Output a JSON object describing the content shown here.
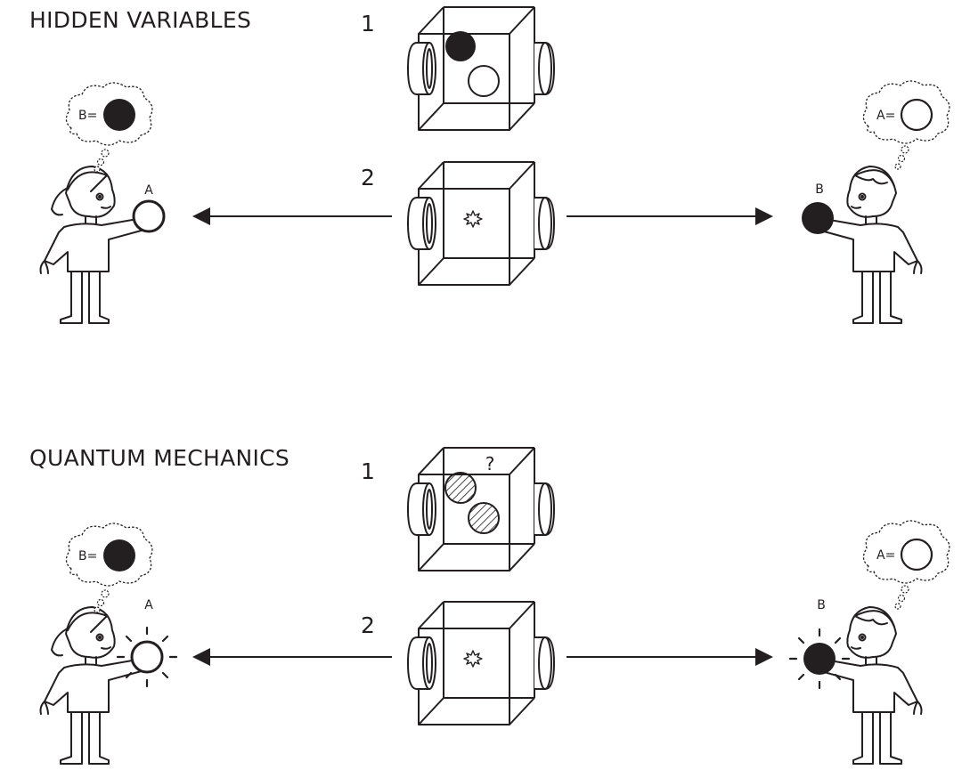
{
  "panels": [
    {
      "title": "HIDDEN VARIABLES",
      "step1": "1",
      "step2": "2",
      "left_person": {
        "thought_label": "B=",
        "ball_label": "A"
      },
      "right_person": {
        "thought_label": "A=",
        "ball_label": "B"
      },
      "box_question": ""
    },
    {
      "title": "QUANTUM MECHANICS",
      "step1": "1",
      "step2": "2",
      "left_person": {
        "thought_label": "B=",
        "ball_label": "A"
      },
      "right_person": {
        "thought_label": "A=",
        "ball_label": "B"
      },
      "box_question": "?"
    }
  ],
  "colors": {
    "ink": "#231f20",
    "background": "#ffffff"
  }
}
